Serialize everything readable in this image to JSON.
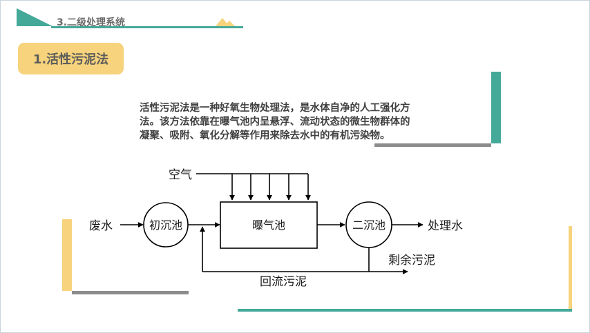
{
  "header": {
    "section_title": "3.二级处理系统"
  },
  "subtitle_pill": {
    "label": "1.活性污泥法"
  },
  "description": {
    "lines": [
      "活性污泥法是一种好氧生物处理法，是水体自净的人工强化方",
      "法。该方法依靠在曝气池内呈悬浮、流动状态的微生物群体的",
      "凝聚、吸附、氧化分解等作用来除去水中的有机污染物。"
    ]
  },
  "diagram": {
    "air": "空气",
    "wastewater": "废水",
    "primary_tank": "初沉池",
    "aeration_tank": "曝气池",
    "secondary_tank": "二沉池",
    "treated_water": "处理水",
    "excess_sludge": "剩余污泥",
    "return_sludge": "回流污泥"
  },
  "colors": {
    "teal": "#44a999",
    "yellow": "#f6d37c",
    "gray_bar": "#8c8c8c",
    "text_dark": "#404040"
  }
}
